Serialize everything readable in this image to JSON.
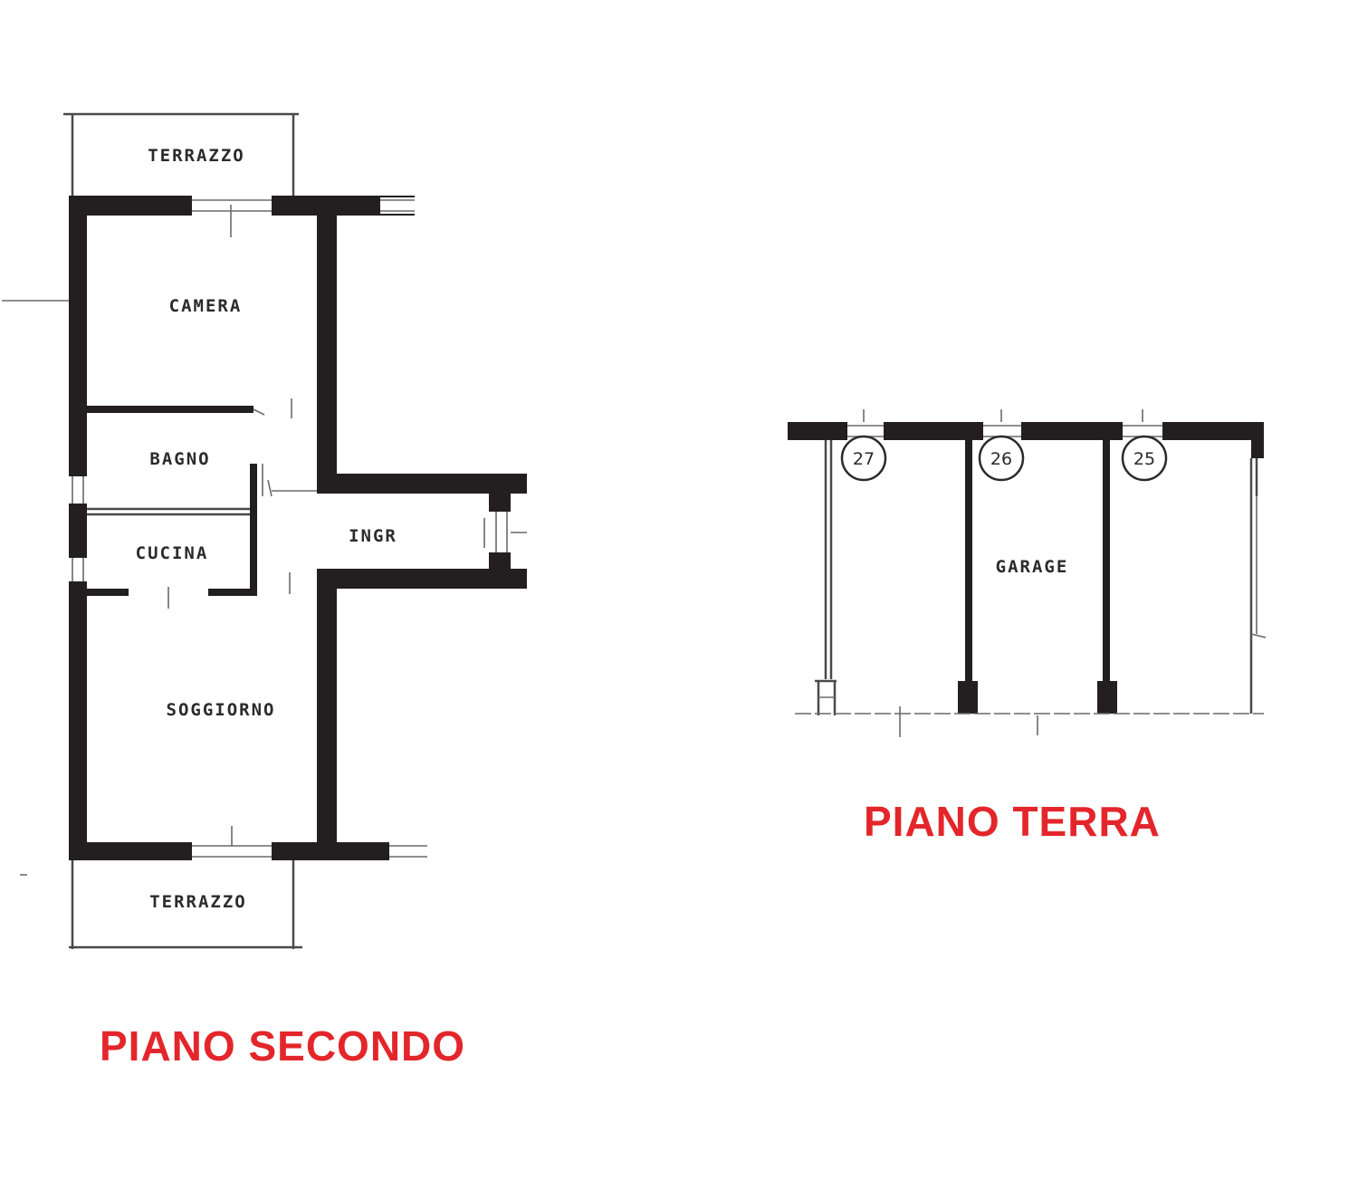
{
  "accent_color": "#e3262b",
  "floors": {
    "second": {
      "title": "PIANO SECONDO",
      "rooms": {
        "terrace_top": "TERRAZZO",
        "camera": "CAMERA",
        "bagno": "BAGNO",
        "cucina": "CUCINA",
        "ingresso": "INGR",
        "soggiorno": "SOGGIORNO",
        "terrace_bottom": "TERRAZZO"
      }
    },
    "ground": {
      "title": "PIANO TERRA",
      "room": "GARAGE",
      "garage_numbers": [
        "27",
        "26",
        "25"
      ]
    }
  }
}
